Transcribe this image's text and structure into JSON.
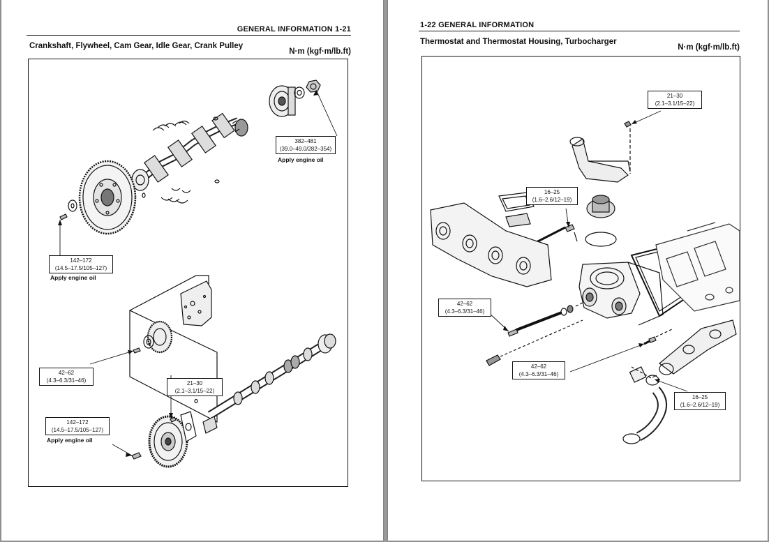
{
  "left": {
    "header": "GENERAL INFORMATION  1-21",
    "title": "Crankshaft, Flywheel, Cam Gear, Idle Gear, Crank Pulley",
    "unit": "N·m (kgf·m/lb.ft)",
    "callouts": [
      {
        "nm": "382–481",
        "detail": "(39.0–49.0/282–354)"
      },
      {
        "nm": "142–172",
        "detail": "(14.5–17.5/105–127)"
      },
      {
        "nm": "42–62",
        "detail": "(4.3–6.3/31–46)"
      },
      {
        "nm": "21–30",
        "detail": "(2.1–3.1/15–22)"
      },
      {
        "nm": "142–172",
        "detail": "(14.5–17.5/105–127)"
      }
    ],
    "notes": [
      "Apply engine oil",
      "Apply engine oil",
      "Apply engine oil"
    ]
  },
  "right": {
    "header": "1-22  GENERAL INFORMATION",
    "title": "Thermostat and Thermostat Housing, Turbocharger",
    "unit": "N·m (kgf·m/lb.ft)",
    "callouts": [
      {
        "nm": "21–30",
        "detail": "(2.1–3.1/15–22)"
      },
      {
        "nm": "16–25",
        "detail": "(1.6–2.6/12–19)"
      },
      {
        "nm": "42–62",
        "detail": "(4.3–6.3/31–46)"
      },
      {
        "nm": "42–62",
        "detail": "(4.3–6.3/31–46)"
      },
      {
        "nm": "16–25",
        "detail": "(1.6–2.6/12–19)"
      }
    ]
  }
}
